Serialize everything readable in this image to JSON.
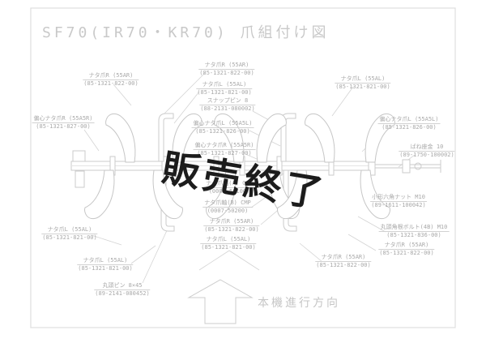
{
  "page": {
    "title": "SF70(IR70・KR70)  爪組付け図",
    "watermark": "販売終了",
    "direction_label": "本機進行方向",
    "colors": {
      "line": "#cbcbcb",
      "label_text": "#a9a9a9",
      "title_text": "#c9c9c9",
      "watermark_text": "#1c1c1c",
      "background": "#ffffff"
    }
  },
  "labels": [
    {
      "name": "ナタ爪R (55AR)",
      "code": "(85-1321-822-00)"
    },
    {
      "name": "偏心ナタ爪R (55A5R)",
      "code": "(85-1321-827-00)"
    },
    {
      "name": "ナタ爪R (55AR)",
      "code": "(85-1321-822-00)"
    },
    {
      "name": "ナタ爪L (55AL)",
      "code": "(85-1321-821-00)"
    },
    {
      "name": "スナップピン 8",
      "code": "(88-2131-080002)"
    },
    {
      "name": "偏心ナタ爪L (55A5L)",
      "code": "(85-1321-826-00)"
    },
    {
      "name": "偏心ナタ爪R (55A5R)",
      "code": "(85-1321-827-00)"
    },
    {
      "name": "ナタ爪L (55AL)",
      "code": "(85-1321-821-00)"
    },
    {
      "name": "偏心ナタ爪L (55A5L)",
      "code": "(85-1321-826-00)"
    },
    {
      "name": "ばね座金 10",
      "code": "(89-1750-100002)"
    },
    {
      "name": "小形六角ナット M10",
      "code": "(89-1611-100042)"
    },
    {
      "name": "ナタ爪軸(A) CMP",
      "code": "(0007-50100)"
    },
    {
      "name": "ナタ爪軸(B) CMP",
      "code": "(0007-50200)"
    },
    {
      "name": "ナタ爪R (55AR)",
      "code": "(85-1321-822-00)"
    },
    {
      "name": "ナタ爪L (55AL)",
      "code": "(85-1321-821-00)"
    },
    {
      "name": "丸頭角根ボルト(4B) M10",
      "code": "(85-1321-836-00)"
    },
    {
      "name": "ナタ爪R (55AR)",
      "code": "(85-1321-822-00)"
    },
    {
      "name": "ナタ爪R (55AR)",
      "code": "(85-1321-822-00)"
    },
    {
      "name": "ナタ爪L (55AL)",
      "code": "(85-1321-821-00)"
    },
    {
      "name": "ナタ爪L (55AL)",
      "code": "(85-1321-821-00)"
    },
    {
      "name": "丸頭ピン 8×45",
      "code": "(89-2141-080452)"
    }
  ]
}
